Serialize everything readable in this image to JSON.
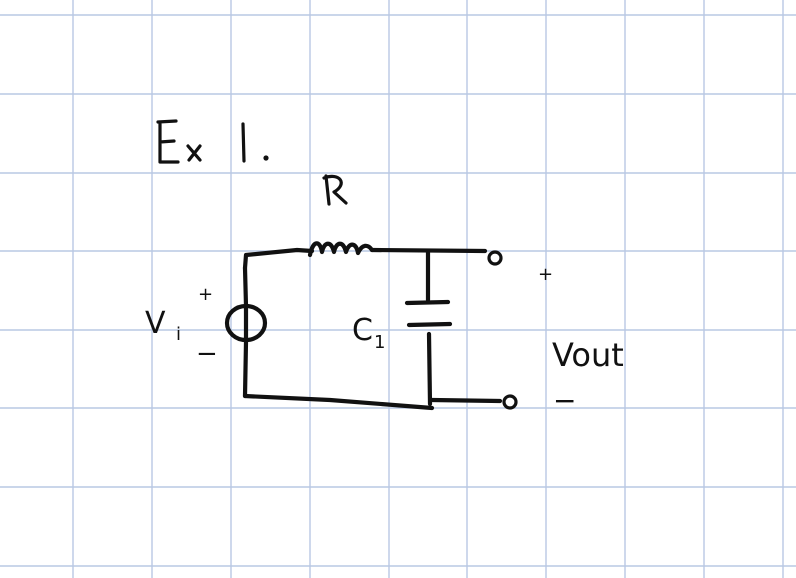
{
  "grid": {
    "line_color": "#b9c8e3",
    "background": "#ffffff"
  },
  "ink_color": "#111111",
  "diagram": {
    "title": "Ex 1.",
    "components": {
      "resistor_label": "R",
      "capacitor_label": "C",
      "capacitor_subscript": "1",
      "source_label": "V",
      "source_subscript": "i",
      "source_plus": "+",
      "source_minus": "−",
      "output_label": "Vout",
      "output_plus": "+",
      "output_minus": "−"
    }
  }
}
